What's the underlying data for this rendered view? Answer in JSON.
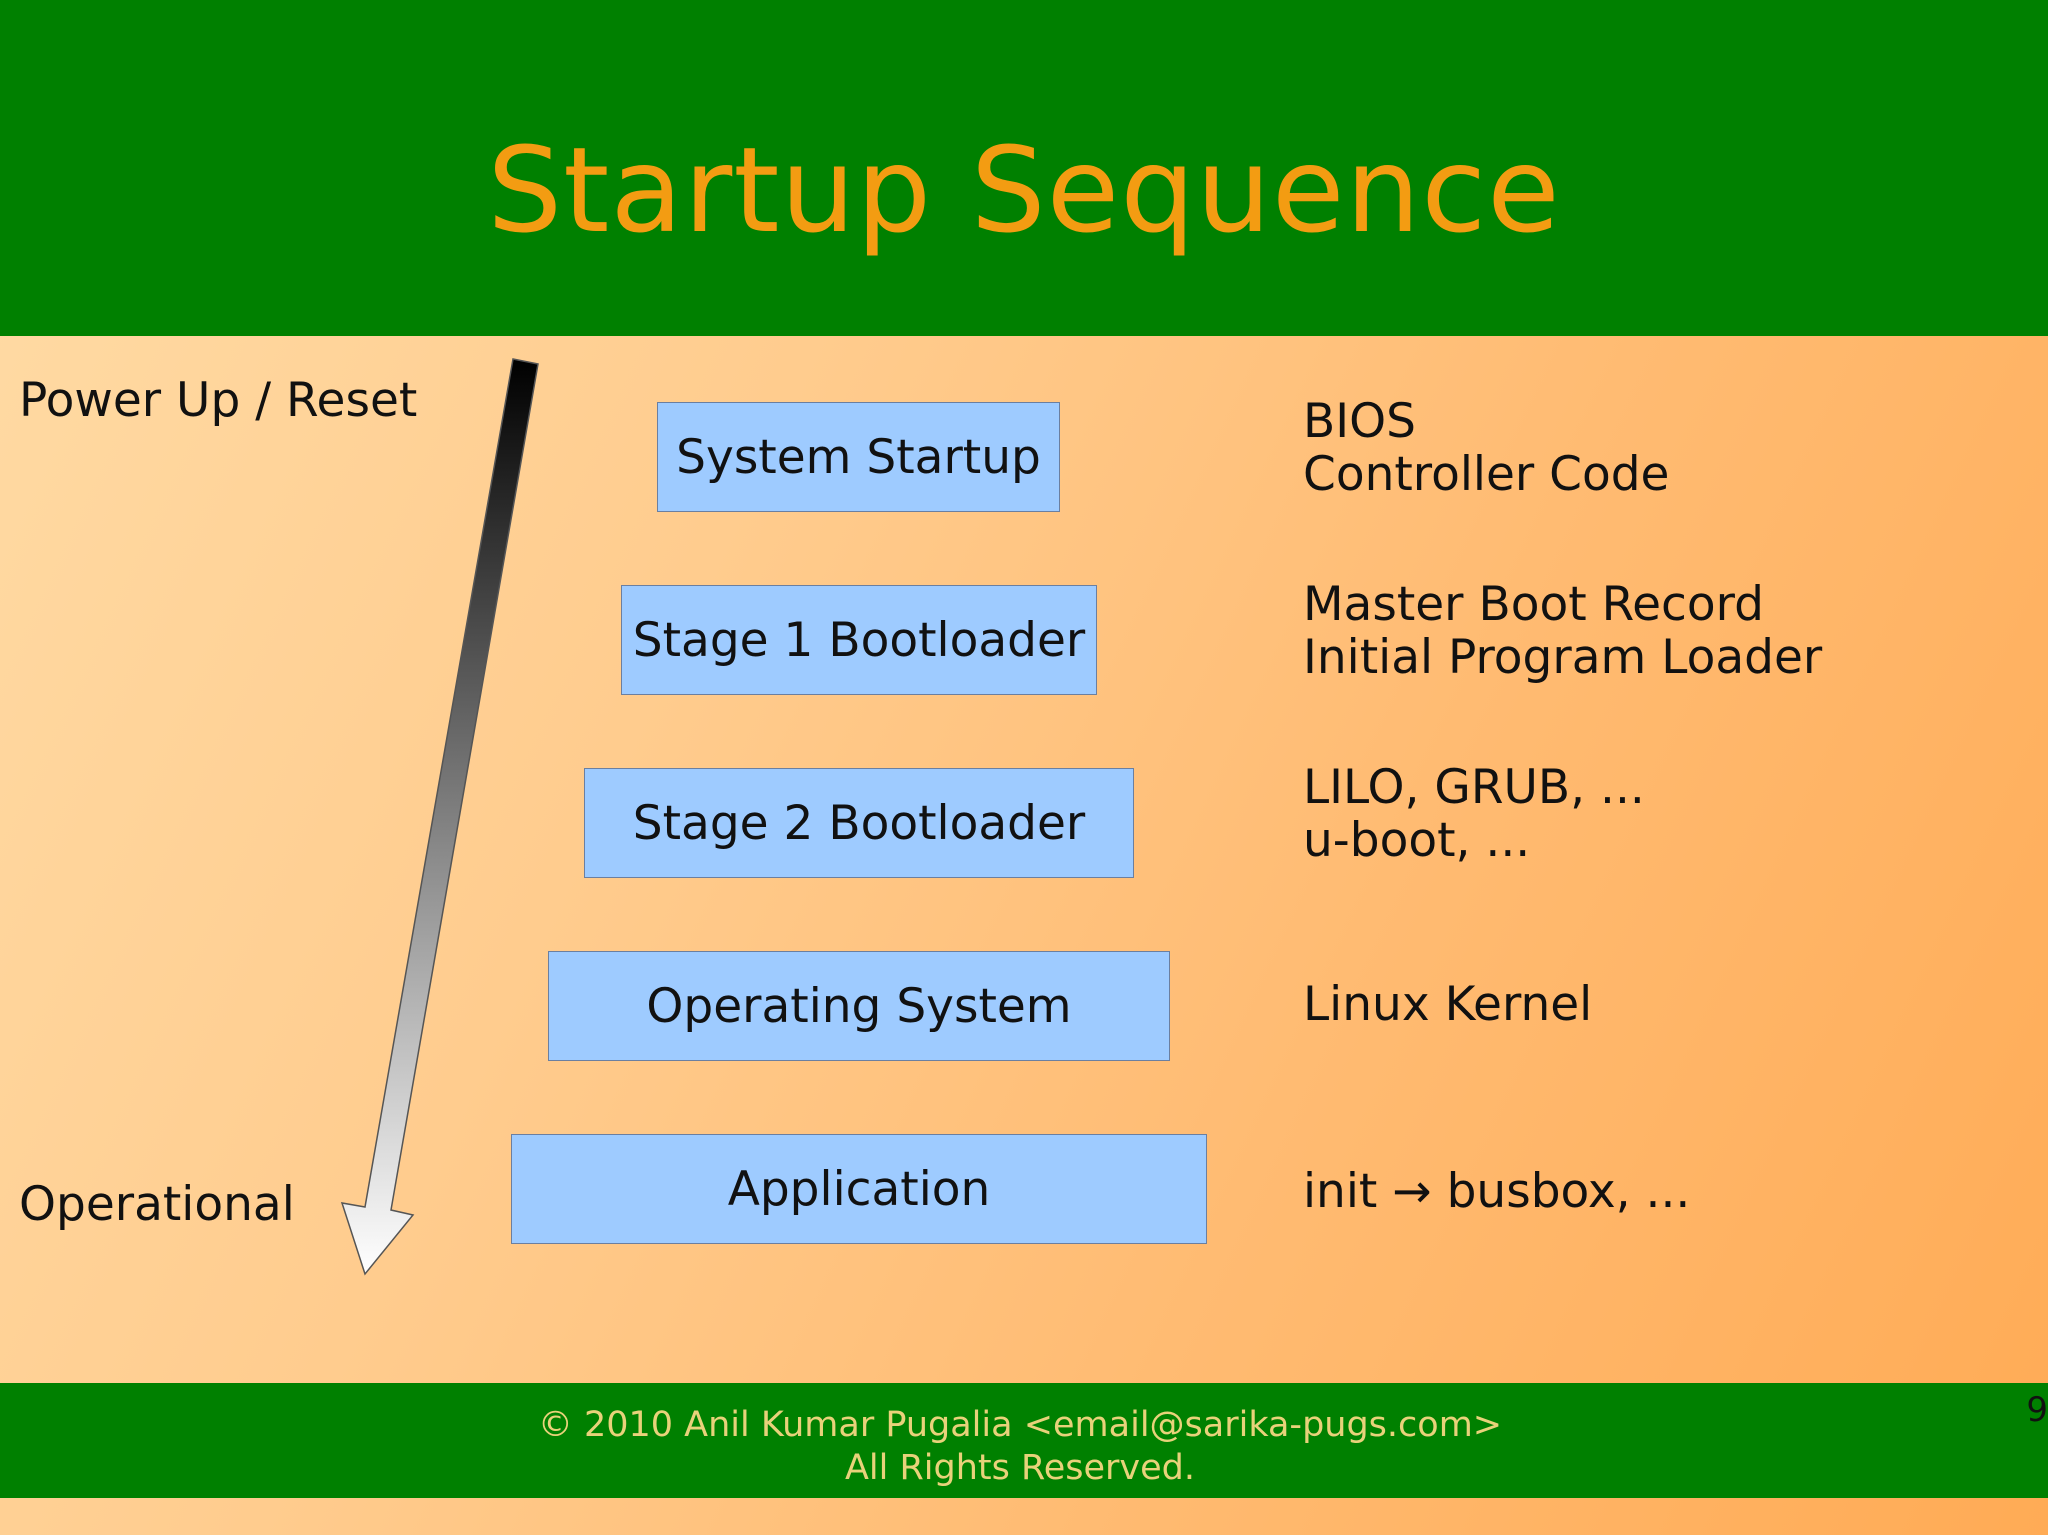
{
  "slide": {
    "title": "Startup Sequence",
    "page_number": "9"
  },
  "arrow": {
    "start_label": "Power Up / Reset",
    "end_label": "Operational"
  },
  "stages": [
    {
      "label": "System Startup",
      "examples": [
        "BIOS",
        "Controller Code"
      ]
    },
    {
      "label": "Stage 1 Bootloader",
      "examples": [
        "Master Boot Record",
        "Initial Program Loader"
      ]
    },
    {
      "label": "Stage 2 Bootloader",
      "examples": [
        "LILO, GRUB, ...",
        "u-boot, ..."
      ]
    },
    {
      "label": "Operating System",
      "examples": [
        "Linux Kernel"
      ]
    },
    {
      "label": "Application",
      "examples": [
        "init → busbox, ..."
      ]
    }
  ],
  "footer": {
    "copyright": "© 2010 Anil Kumar Pugalia <email@sarika-pugs.com>",
    "rights": "All Rights Reserved."
  },
  "colors": {
    "header_bg": "#008000",
    "title": "#f39c12",
    "box_fill": "#9ecbff",
    "footer_text": "#e8d27a"
  },
  "icons": [
    "down-arrow-icon"
  ]
}
